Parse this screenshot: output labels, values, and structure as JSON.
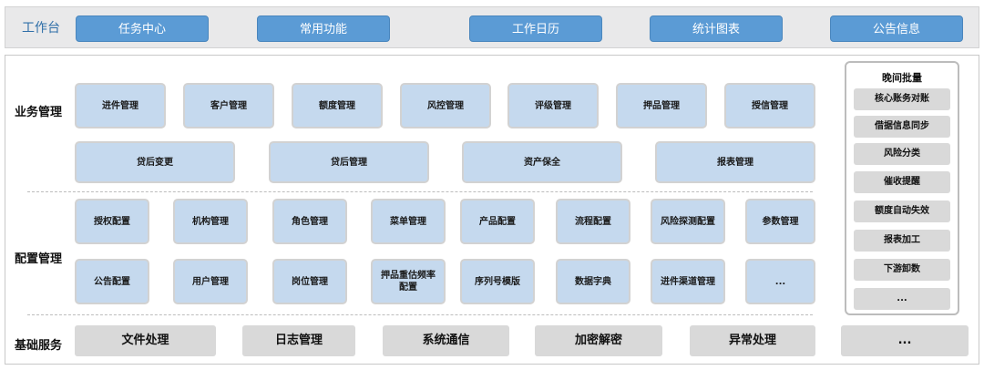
{
  "topbar": {
    "label": "工作台",
    "buttons": [
      "任务中心",
      "常用功能",
      "工作日历",
      "统计图表",
      "公告信息"
    ]
  },
  "business": {
    "label": "业务管理",
    "row1": [
      "进件管理",
      "客户管理",
      "额度管理",
      "风控管理",
      "评级管理",
      "押品管理",
      "授信管理"
    ],
    "row2": [
      "贷后变更",
      "贷后管理",
      "资产保全",
      "报表管理"
    ]
  },
  "config": {
    "label": "配置管理",
    "row1": [
      "授权配置",
      "机构管理",
      "角色管理",
      "菜单管理",
      "产品配置",
      "流程配置",
      "风险探测配置",
      "参数管理"
    ],
    "row2": [
      "公告配置",
      "用户管理",
      "岗位管理",
      "押品重估频率配置",
      "序列号模版",
      "数据字典",
      "进件渠道管理",
      "..."
    ]
  },
  "services": {
    "label": "基础服务",
    "items": [
      "文件处理",
      "日志管理",
      "系统通信",
      "加密解密",
      "异常处理",
      "..."
    ]
  },
  "batch": {
    "title": "晚间批量",
    "items": [
      "核心账务对账",
      "借据信息同步",
      "风险分类",
      "催收提醒",
      "额度自动失效",
      "报表加工",
      "下游卸数",
      "..."
    ]
  }
}
